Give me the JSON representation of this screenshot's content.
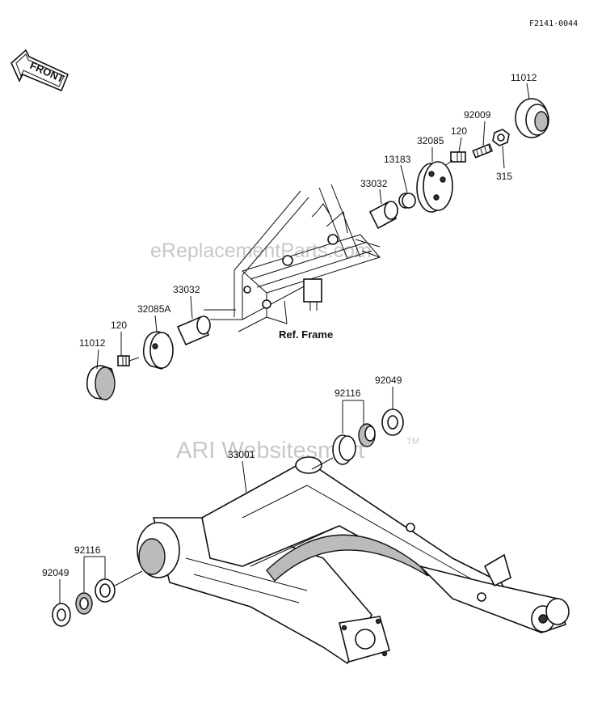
{
  "figure_code": "F2141-0044",
  "front_label": "FRONT",
  "ref_frame": "Ref. Frame",
  "watermarks": {
    "top": "eReplacementParts.com",
    "middle": "ARI Websitesmart",
    "tm": "TM"
  },
  "callouts": {
    "p11012_right": "11012",
    "p92009": "92009",
    "p120_right": "120",
    "p32085": "32085",
    "p13183": "13183",
    "p33032_right": "33032",
    "p315": "315",
    "p33032_left": "33032",
    "p32085A": "32085A",
    "p120_left": "120",
    "p11012_left": "11012",
    "p92116_right": "92116",
    "p92049_right": "92049",
    "p33001": "33001",
    "p92116_left": "92116",
    "p92049_left": "92049"
  }
}
